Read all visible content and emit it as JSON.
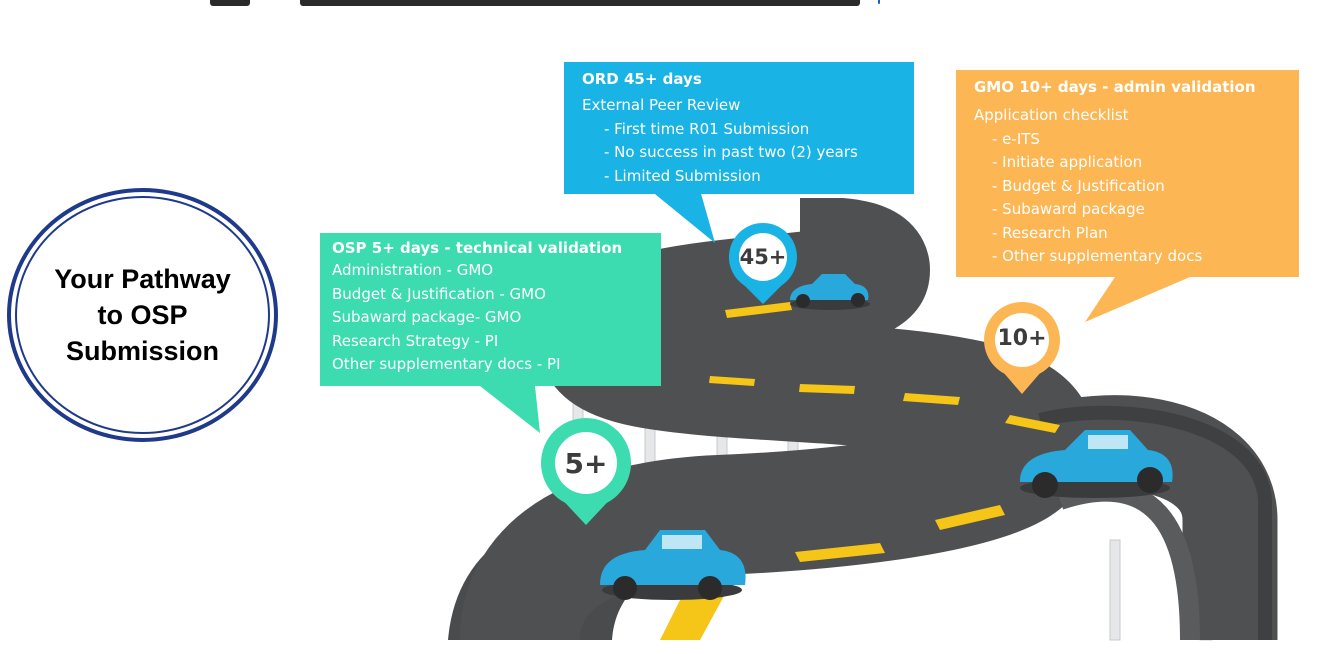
{
  "title_circle": {
    "text": "Your Pathway to OSP Submission"
  },
  "ord_box": {
    "heading": "ORD 45+ days",
    "lines": [
      "External Peer Review"
    ],
    "sub_lines": [
      "- First time R01 Submission",
      "- No success in past two (2) years",
      "- Limited Submission"
    ]
  },
  "osp_box": {
    "heading": "OSP 5+ days - technical validation",
    "lines": [
      "Administration - GMO",
      "Budget & Justification  - GMO",
      "Subaward package- GMO",
      "Research Strategy -  PI",
      "Other supplementary docs - PI"
    ]
  },
  "gmo_box": {
    "heading": "GMO 10+ days - admin validation",
    "lines": [
      "Application checklist"
    ],
    "sub_lines": [
      "- e-ITS",
      "- Initiate application",
      "- Budget & Justification",
      "- Subaward package",
      "- Research Plan",
      "- Other supplementary docs"
    ]
  },
  "pins": {
    "ord": {
      "label": "45+"
    },
    "osp": {
      "label": "5+"
    },
    "gmo": {
      "label": "10+"
    }
  },
  "colors": {
    "ord": "#19b3e6",
    "osp": "#3ddbb0",
    "gmo": "#fdb654",
    "road": "#4f5052",
    "road_edge": "#3a3b3d",
    "lane": "#f5c518",
    "car": "#29a8dc",
    "circle_border": "#1f3a8a"
  },
  "icons": {
    "car": "car-icon",
    "pin": "location-pin-icon"
  }
}
